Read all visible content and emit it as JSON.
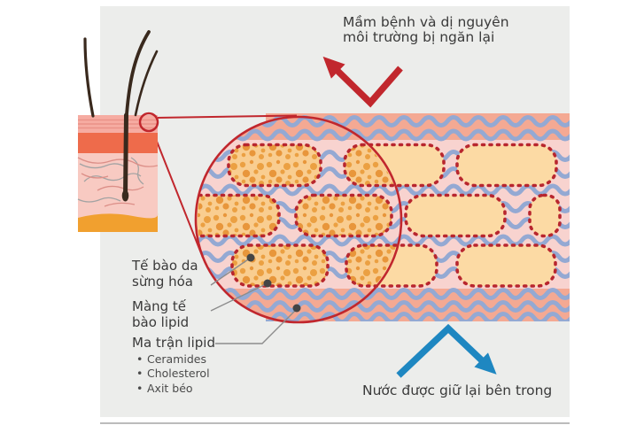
{
  "annotations": {
    "blocked": {
      "line1": "Mầm bệnh và dị nguyên",
      "line2": "môi trường bị ngăn lại"
    },
    "retained": {
      "text": "Nước được giữ lại bên trong"
    }
  },
  "labels": {
    "corneocyte": {
      "line1": "Tế bào da",
      "line2": "sừng hóa"
    },
    "lipid_membrane": {
      "line1": "Màng tế",
      "line2": "bào lipid"
    },
    "lipid_matrix": {
      "text": "Ma trận lipid"
    },
    "lipid_components": [
      "Ceramides",
      "Cholesterol",
      "Axit béo"
    ],
    "bullet_char": "•"
  },
  "colors": {
    "accent_red": "#c1272d",
    "accent_blue": "#1e87c1",
    "panel_gray": "#ecedeb",
    "band_salmon": "#f4a993",
    "band_pink": "#f8d3cf",
    "wave_blue": "#94a9d3",
    "cell_fill": "#fcdaa4",
    "cell_border": "#b8262e",
    "speckle_orange": "#eba042",
    "text_dark": "#3a3a3a"
  }
}
